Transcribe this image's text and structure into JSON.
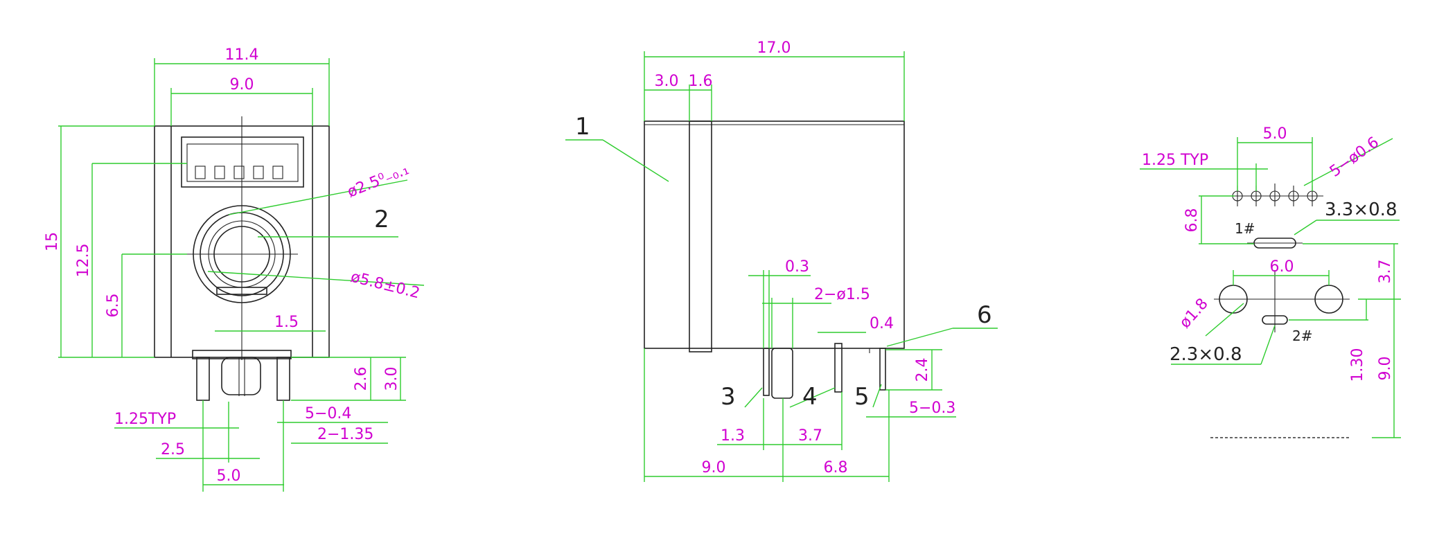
{
  "colors": {
    "part": "#222222",
    "dimension": "#2ecc2e",
    "label": "#d000d0"
  },
  "front_view": {
    "width_overall": "11.4",
    "width_inner": "9.0",
    "height_overall": "15",
    "height_top": "12.5",
    "height_center": "6.5",
    "center_pin_width": "1.5",
    "pin_length_a": "2.6",
    "pin_length_b": "3.0",
    "pitch_typ": "1.25TYP",
    "pin_span_a": "2.5",
    "pin_span_b": "5.0",
    "pin_thickness": "5−0.4",
    "pin_count_width": "2−1.35",
    "hole_dia_label": "ø2.5⁰₋₀.₁",
    "outer_dia_label": "ø5.8±0.2",
    "callout_2": "2"
  },
  "side_view": {
    "length_overall": "17.0",
    "front_depth": "3.0",
    "flange_depth": "1.6",
    "pin_thickness_a": "0.3",
    "pin_dia": "2−ø1.5",
    "pin_thickness_b": "0.4",
    "pin_length": "2.4",
    "pin_width": "5−0.3",
    "offset_a": "1.3",
    "offset_b": "3.7",
    "position_a": "9.0",
    "position_b": "6.8",
    "callout_1": "1",
    "callout_3": "3",
    "callout_4": "4",
    "callout_5": "5",
    "callout_6": "6"
  },
  "pcb_layout": {
    "pin_span": "5.0",
    "pitch_typ": "1.25 TYP",
    "hole_dia": "5−ø0.6",
    "slot_1": "3.3×0.8",
    "slot_2": "2.3×0.8",
    "mark_1": "1#",
    "mark_2": "2#",
    "row_distance": "6.8",
    "boss_spacing": "6.0",
    "boss_dia": "ø1.8",
    "offset_a": "3.7",
    "offset_b": "1.30",
    "depth": "9.0"
  }
}
